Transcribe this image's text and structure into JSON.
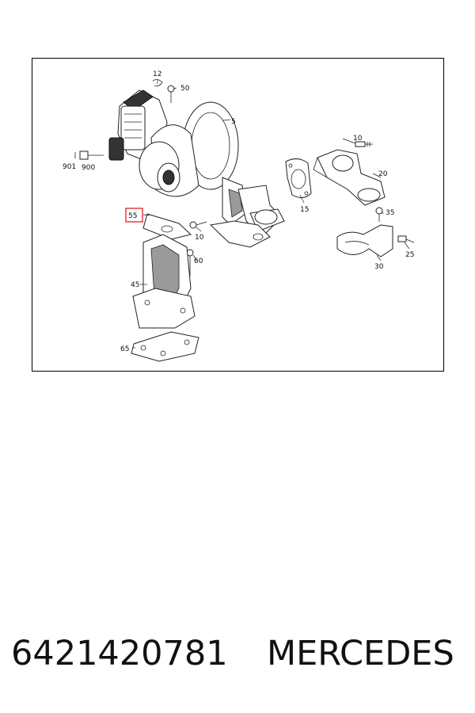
{
  "diagram": {
    "callouts": {
      "c12": "12",
      "c50": "50",
      "c5": "5",
      "c901": "901",
      "c900": "900",
      "c10a": "10",
      "c20": "20",
      "c15": "15",
      "c55": "55",
      "c10b": "10",
      "c35": "35",
      "c60": "60",
      "c25": "25",
      "c30": "30",
      "c45": "45",
      "c65": "65"
    },
    "highlighted_callout": "55",
    "highlight_color": "#dd2222"
  },
  "footer": {
    "part_number": "6421420781",
    "brand": "MERCEDES"
  }
}
